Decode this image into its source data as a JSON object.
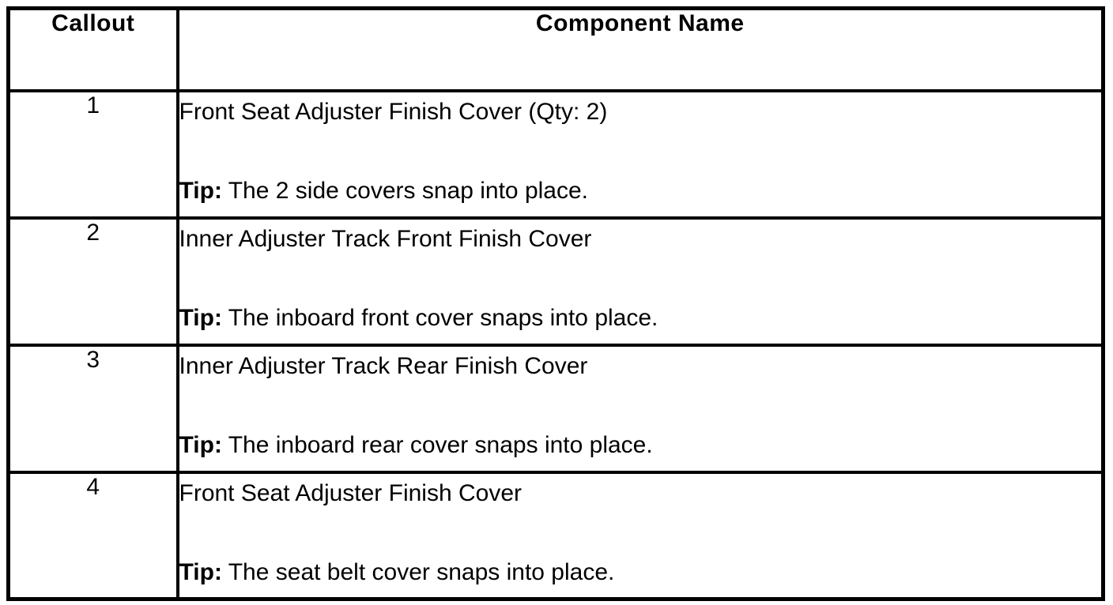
{
  "table": {
    "headers": {
      "callout": "Callout",
      "component": "Component Name"
    },
    "border_color": "#000000",
    "rows": [
      {
        "callout": "1",
        "name": "Front Seat Adjuster Finish Cover (Qty: 2)",
        "tip_label": "Tip:",
        "tip_text": "The 2 side covers snap into place."
      },
      {
        "callout": "2",
        "name": "Inner Adjuster Track Front Finish Cover",
        "tip_label": "Tip:",
        "tip_text": "The inboard front cover snaps into place."
      },
      {
        "callout": "3",
        "name": "Inner Adjuster Track Rear Finish Cover",
        "tip_label": "Tip:",
        "tip_text": "The inboard rear cover snaps into place."
      },
      {
        "callout": "4",
        "name": "Front Seat Adjuster Finish Cover",
        "tip_label": "Tip:",
        "tip_text": "The seat belt cover snaps into place."
      }
    ]
  }
}
